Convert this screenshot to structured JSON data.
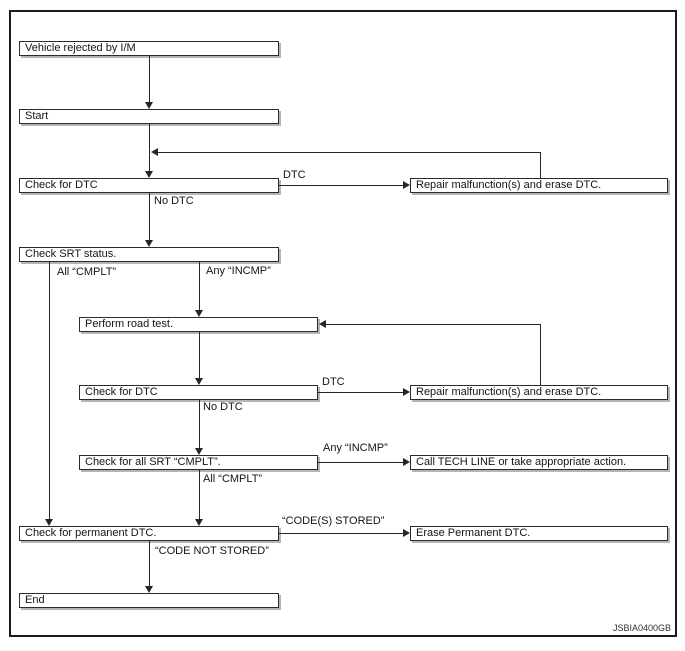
{
  "figure": {
    "code": "JSBIA0400GB",
    "ink_color": "#262626",
    "background_color": "#ffffff"
  },
  "nodes": {
    "vehicle_rejected": "Vehicle rejected by I/M",
    "start": "Start",
    "check_dtc_1": "Check for DTC",
    "repair_1": "Repair malfunction(s) and erase DTC.",
    "check_srt": "Check SRT status.",
    "perform_road_test": "Perform road test.",
    "check_dtc_2": "Check for DTC",
    "repair_2": "Repair malfunction(s) and erase DTC.",
    "check_all_srt": "Check for all SRT “CMPLT”.",
    "call_tech_line": "Call TECH LINE or take appropriate action.",
    "check_permanent": "Check for permanent DTC.",
    "erase_permanent": "Erase Permanent DTC.",
    "end": "End"
  },
  "edge_labels": {
    "dtc_1": "DTC",
    "no_dtc_1": "No DTC",
    "all_cmplt_1": "All “CMPLT”",
    "any_incmp_1": "Any “INCMP”",
    "dtc_2": "DTC",
    "no_dtc_2": "No DTC",
    "any_incmp_2": "Any “INCMP”",
    "all_cmplt_2": "All “CMPLT”",
    "codes_stored": "“CODE(S) STORED”",
    "code_not_stored": "“CODE NOT STORED”"
  }
}
